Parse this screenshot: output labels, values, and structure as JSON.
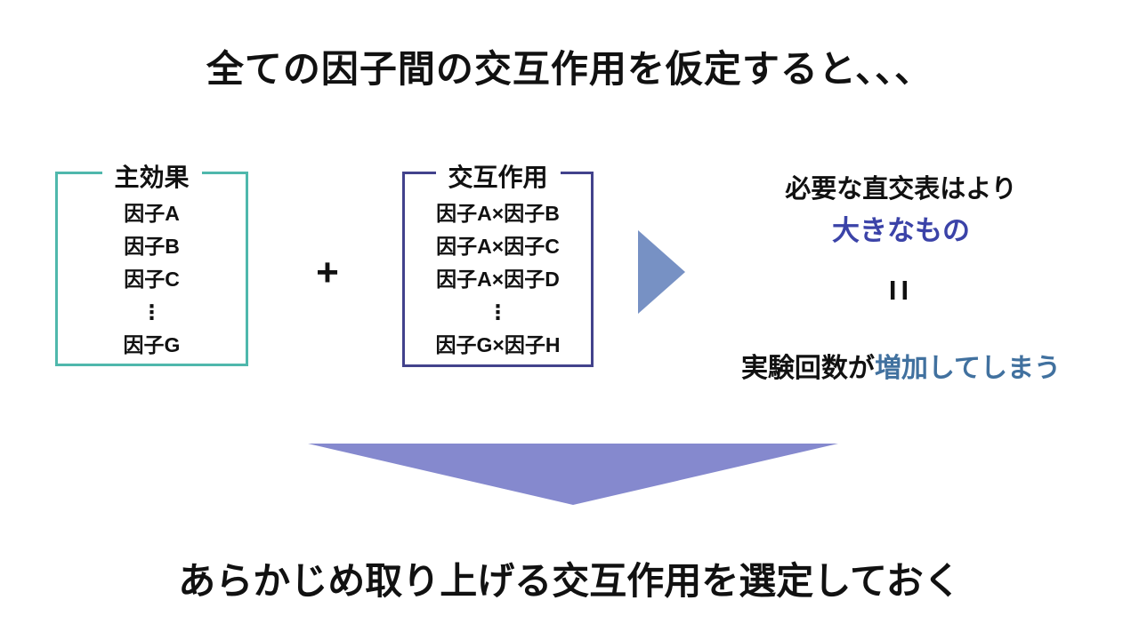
{
  "title": "全ての因子間の交互作用を仮定すると、、、",
  "main_effects_box": {
    "label": "主効果",
    "items": [
      "因子A",
      "因子B",
      "因子C",
      "⋮",
      "因子G"
    ]
  },
  "plus_sign": "+",
  "interactions_box": {
    "label": "交互作用",
    "items": [
      "因子A×因子B",
      "因子A×因子C",
      "因子A×因子D",
      "⋮",
      "因子G×因子H"
    ]
  },
  "result": {
    "line1": "必要な直交表はより",
    "line2": "大きなもの",
    "equals": "II",
    "line3_black": "実験回数が",
    "line3_blue": "増加してしまう"
  },
  "conclusion": "あらかじめ取り上げる交互作用を選定しておく",
  "colors": {
    "main_effects_border": "#4FB8AC",
    "interactions_border": "#42428C",
    "emphasis_indigo_text": "#3B43A8",
    "emphasis_steelblue_text": "#41719F",
    "arrow_right_fill": "#7791C4",
    "arrow_down_fill": "#8589CE",
    "background": "#FFFFFF",
    "text_black": "#111111"
  }
}
